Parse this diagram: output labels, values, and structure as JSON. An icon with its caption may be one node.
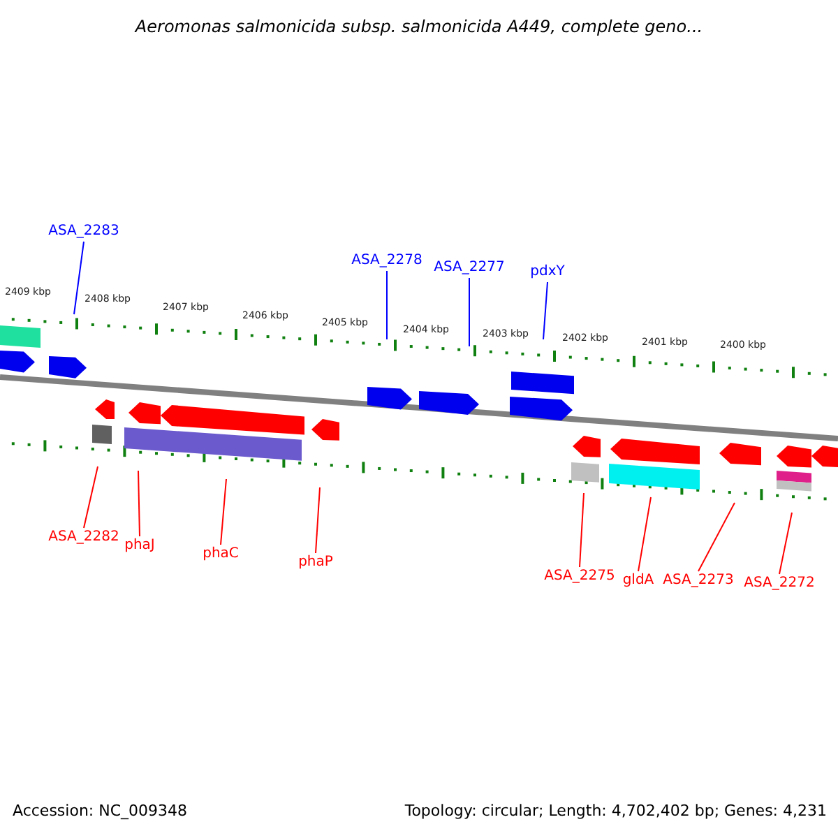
{
  "diagram": {
    "title": "Aeromonas salmonicida subsp. salmonicida A449, complete geno...",
    "nodes": [
      {
        "text": [
          "ASA_2283"
        ]
      },
      {
        "text": [
          "ASA_2278"
        ]
      },
      {
        "text": [
          "ASA_2277"
        ]
      },
      {
        "text": [
          "pdxY"
        ]
      },
      {
        "text": [
          "ASA_2282"
        ]
      },
      {
        "text": [
          "phaJ"
        ]
      },
      {
        "text": [
          "phaC"
        ]
      },
      {
        "text": [
          "phaP"
        ]
      },
      {
        "text": [
          "ASA_2275"
        ]
      },
      {
        "text": [
          "gldA"
        ]
      },
      {
        "text": [
          "ASA_2273"
        ]
      },
      {
        "text": [
          "ASA_2272"
        ]
      }
    ],
    "edges": [
      {
        "from": 0,
        "to": null,
        "arrow": "none",
        "color": "#0000ff"
      },
      {
        "from": 1,
        "to": null,
        "arrow": "none",
        "color": "#0000ff"
      },
      {
        "from": 2,
        "to": null,
        "arrow": "none",
        "color": "#0000ff"
      },
      {
        "from": 3,
        "to": null,
        "arrow": "none",
        "color": "#0000ff"
      },
      {
        "from": 4,
        "to": null,
        "arrow": "none"
      },
      {
        "from": 5,
        "to": null,
        "arrow": "none"
      },
      {
        "from": 6,
        "to": null,
        "arrow": "none"
      },
      {
        "from": 7,
        "to": null,
        "arrow": "none"
      },
      {
        "from": 8,
        "to": null,
        "arrow": "none"
      },
      {
        "from": 9,
        "to": null,
        "arrow": "none"
      },
      {
        "from": 10,
        "to": null,
        "arrow": "none"
      },
      {
        "from": 11,
        "to": null,
        "arrow": "none"
      }
    ],
    "labels": [
      "2409 kbp",
      "2408 kbp",
      "2407 kbp",
      "2406 kbp",
      "2405 kbp",
      "2404 kbp",
      "2403 kbp",
      "2402 kbp",
      "2401 kbp",
      "2400 kbp",
      "Accession: NC_009348",
      "Topology: circular; Length: 4,702,402 bp; Genes: 4,231"
    ]
  }
}
